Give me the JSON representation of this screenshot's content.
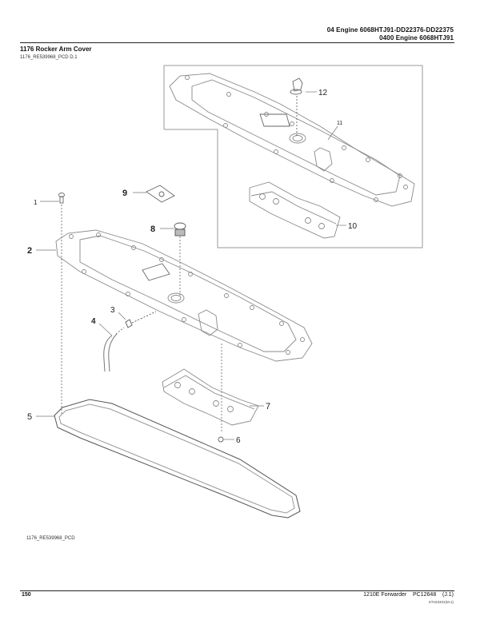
{
  "header": {
    "line1": "04  Engine  6068HTJ91-DD22376-DD22375",
    "line2": "0400  Engine  6068HTJ91"
  },
  "section": {
    "title": "1176 Rocker Arm Cover",
    "subtitle": "1176_RE539968_PCD D.1"
  },
  "diagram": {
    "caption": "1176_RE539968_PCD",
    "callouts": [
      {
        "id": "1",
        "label": "1",
        "part": "cap-screw"
      },
      {
        "id": "2",
        "label": "2",
        "part": "rocker-arm-cover"
      },
      {
        "id": "3",
        "label": "3",
        "part": "clamp"
      },
      {
        "id": "4",
        "label": "4",
        "part": "hose"
      },
      {
        "id": "5",
        "label": "5",
        "part": "gasket"
      },
      {
        "id": "6",
        "label": "6",
        "part": "screw"
      },
      {
        "id": "7",
        "label": "7",
        "part": "baffle"
      },
      {
        "id": "8",
        "label": "8",
        "part": "filler-cap"
      },
      {
        "id": "9",
        "label": "9",
        "part": "decal"
      },
      {
        "id": "10",
        "label": "10",
        "part": "baffle"
      },
      {
        "id": "11",
        "label": "11",
        "part": "rocker-arm-cover"
      },
      {
        "id": "12",
        "label": "12",
        "part": "filler-cap"
      }
    ]
  },
  "footer": {
    "page_number": "150",
    "machine": "1210E Forwarder    PC12648    (J.1)",
    "code": "ST163331(M.1)"
  }
}
